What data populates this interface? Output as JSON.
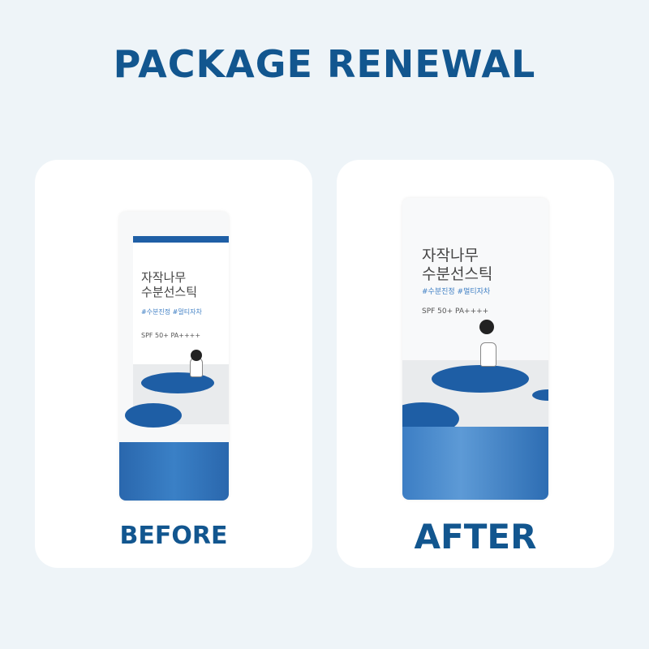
{
  "title": "PACKAGE RENEWAL",
  "before": {
    "caption": "BEFORE",
    "product_name_line1": "자작나무",
    "product_name_line2": "수분선스틱",
    "hashtags": "#수분진정 #멀티자차",
    "spf": "SPF 50+ PA++++"
  },
  "after": {
    "caption": "AFTER",
    "product_name_line1": "자작나무",
    "product_name_line2": "수분선스틱",
    "hashtags": "#수분진정 #멀티자차",
    "spf": "SPF 50+ PA++++"
  },
  "colors": {
    "brand": "#12568f",
    "cap": "#2a67ad",
    "background": "#eef4f8"
  }
}
